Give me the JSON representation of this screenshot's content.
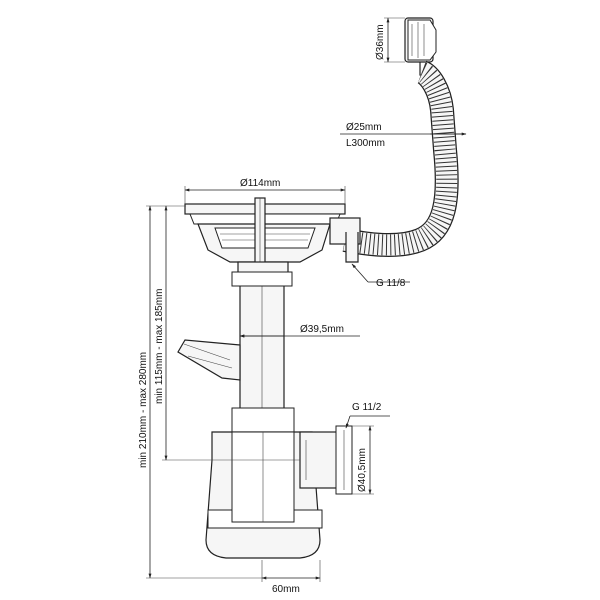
{
  "dimensions": {
    "overflow_head_diameter": "Ø36mm",
    "overflow_hose_diameter": "Ø25mm",
    "overflow_hose_length": "L300mm",
    "strainer_diameter": "Ø114mm",
    "overflow_thread": "G 11/8",
    "pipe_diameter": "Ø39,5mm",
    "outlet_thread": "G 11/2",
    "outlet_diameter": "Ø40,5mm",
    "trap_width": "60mm",
    "height_total_range": "min 210mm - max 280mm",
    "height_inner_range": "min 115mm - max 185mm"
  },
  "colors": {
    "line": "#222222",
    "fill": "#f6f6f6",
    "background": "#ffffff"
  }
}
